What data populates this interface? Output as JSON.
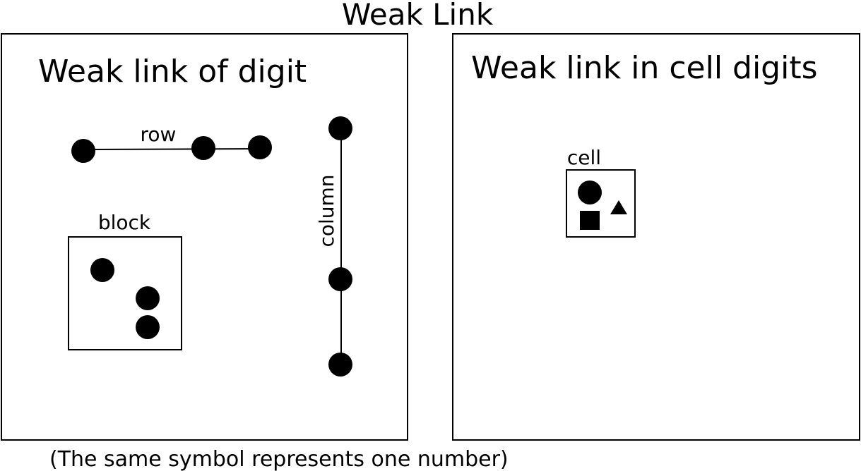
{
  "title": "Weak Link",
  "left_panel": {
    "title": "Weak link of digit",
    "row_label": "row",
    "column_label": "column",
    "block_label": "block"
  },
  "right_panel": {
    "title": "Weak link in cell digits",
    "cell_label": "cell"
  },
  "caption": "(The same symbol represents one number)",
  "symbols": [
    "circle",
    "square",
    "triangle"
  ],
  "colors": {
    "ink": "#000000",
    "background": "#ffffff"
  }
}
